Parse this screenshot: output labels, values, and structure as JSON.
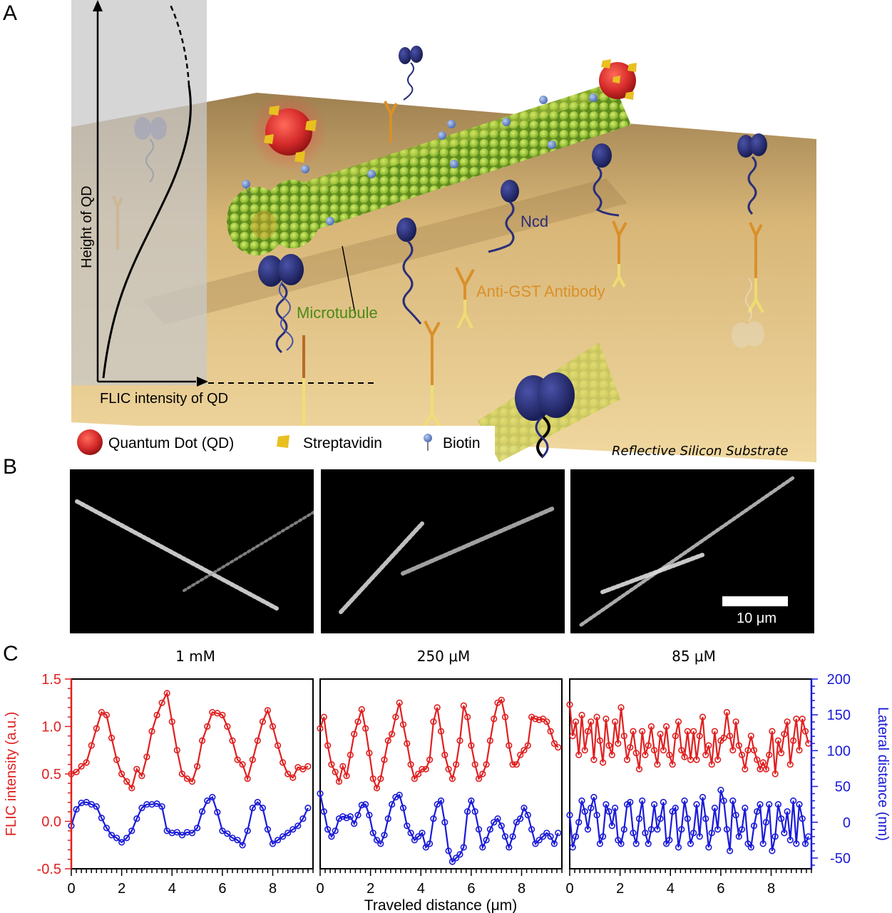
{
  "panels": {
    "a": "A",
    "b": "B",
    "c": "C"
  },
  "schematic": {
    "y_axis_label": "Height of QD",
    "x_axis_label": "FLIC intensity of QD",
    "ncd": "Ncd",
    "antibody": "Anti-GST Antibody",
    "microtubule": "Microtubule",
    "substrate": "Reflective Silicon Substrate",
    "legend": {
      "qd": "Quantum Dot (QD)",
      "streptavidin": "Streptavidin",
      "biotin": "Biotin"
    },
    "colors": {
      "qd": "#d42a2a",
      "streptavidin": "#e8c020",
      "biotin": "#6a88c8",
      "microtubule": "#8ab830",
      "ncd": "#2a2e7a",
      "antibody": "#d9902a",
      "substrate": "#d8b678"
    }
  },
  "micrographs": {
    "scale_bar": "10 μm",
    "concentrations": [
      "1 mM",
      "250 μM",
      "85 μM"
    ]
  },
  "chart_data": {
    "type": "line",
    "xlabel": "Traveled distance (μm)",
    "ylabel_left": "FLIC intensity (a.u.)",
    "ylabel_right": "Lateral distance (nm)",
    "xlim": [
      0,
      9.6
    ],
    "xticks": [
      0,
      2,
      4,
      6,
      8
    ],
    "ylim_left": [
      -0.5,
      1.5
    ],
    "yticks_left": [
      "-0.5",
      "0.0",
      "0.5",
      "1.0",
      "1.5"
    ],
    "ylim_right": [
      -65,
      200
    ],
    "yticks_right": [
      "-50",
      "0",
      "50",
      "100",
      "150",
      "200"
    ],
    "left_color": "#e02020",
    "right_color": "#1a1ad8",
    "subplots": [
      {
        "condition": "1 mM",
        "series": [
          {
            "axis": "left",
            "color": "#e02020",
            "x": [
              0,
              0.2,
              0.4,
              0.6,
              0.8,
              1.0,
              1.2,
              1.4,
              1.6,
              1.8,
              2.0,
              2.2,
              2.4,
              2.6,
              2.8,
              3.0,
              3.2,
              3.4,
              3.6,
              3.8,
              4.0,
              4.2,
              4.4,
              4.6,
              4.8,
              5.0,
              5.2,
              5.4,
              5.6,
              5.8,
              6.0,
              6.2,
              6.4,
              6.6,
              6.8,
              7.0,
              7.2,
              7.4,
              7.6,
              7.8,
              8.0,
              8.2,
              8.4,
              8.6,
              8.8,
              9.0,
              9.2,
              9.4
            ],
            "y": [
              0.5,
              0.52,
              0.58,
              0.62,
              0.8,
              0.98,
              1.15,
              1.12,
              0.88,
              0.65,
              0.5,
              0.42,
              0.35,
              0.55,
              0.48,
              0.68,
              0.95,
              1.12,
              1.25,
              1.35,
              1.05,
              0.75,
              0.5,
              0.45,
              0.42,
              0.58,
              0.85,
              1.0,
              1.15,
              1.14,
              1.12,
              1.0,
              0.85,
              0.65,
              0.6,
              0.45,
              0.65,
              0.85,
              1.05,
              1.17,
              1.0,
              0.8,
              0.62,
              0.5,
              0.46,
              0.57,
              0.55,
              0.58
            ]
          },
          {
            "axis": "right",
            "color": "#1a1ad8",
            "x": [
              0,
              0.2,
              0.4,
              0.6,
              0.8,
              1.0,
              1.2,
              1.4,
              1.6,
              1.8,
              2.0,
              2.2,
              2.4,
              2.6,
              2.8,
              3.0,
              3.2,
              3.4,
              3.6,
              3.8,
              4.0,
              4.2,
              4.4,
              4.6,
              4.8,
              5.0,
              5.2,
              5.4,
              5.6,
              5.8,
              6.0,
              6.2,
              6.4,
              6.6,
              6.8,
              7.0,
              7.2,
              7.4,
              7.6,
              7.8,
              8.0,
              8.2,
              8.4,
              8.6,
              8.8,
              9.0,
              9.2,
              9.4
            ],
            "y": [
              -5,
              18,
              27,
              28,
              25,
              22,
              6,
              -8,
              -18,
              -22,
              -28,
              -22,
              -12,
              5,
              20,
              25,
              25,
              26,
              22,
              -12,
              -15,
              -14,
              -18,
              -14,
              -15,
              -8,
              15,
              30,
              35,
              14,
              -12,
              -16,
              -22,
              -25,
              -32,
              -12,
              20,
              28,
              20,
              -10,
              -30,
              -25,
              -20,
              -15,
              -10,
              -5,
              5,
              20
            ]
          }
        ]
      },
      {
        "condition": "250 μM",
        "series": [
          {
            "axis": "left",
            "color": "#e02020",
            "x": [
              0,
              0.15,
              0.3,
              0.45,
              0.6,
              0.75,
              0.9,
              1.05,
              1.2,
              1.35,
              1.5,
              1.65,
              1.8,
              1.95,
              2.1,
              2.25,
              2.4,
              2.55,
              2.7,
              2.85,
              3.0,
              3.15,
              3.3,
              3.45,
              3.6,
              3.75,
              3.9,
              4.05,
              4.2,
              4.35,
              4.5,
              4.65,
              4.8,
              4.95,
              5.1,
              5.25,
              5.4,
              5.55,
              5.7,
              5.85,
              6.0,
              6.15,
              6.3,
              6.45,
              6.6,
              6.75,
              6.9,
              7.05,
              7.2,
              7.35,
              7.5,
              7.65,
              7.8,
              7.95,
              8.1,
              8.25,
              8.4,
              8.55,
              8.7,
              8.85,
              9.0,
              9.15,
              9.3,
              9.45
            ],
            "y": [
              0.98,
              1.1,
              0.8,
              0.6,
              0.52,
              0.42,
              0.58,
              0.48,
              0.7,
              0.92,
              1.05,
              1.18,
              0.98,
              0.72,
              0.45,
              0.35,
              0.45,
              0.65,
              0.85,
              0.92,
              1.1,
              1.25,
              1.02,
              0.82,
              0.6,
              0.45,
              0.5,
              0.55,
              0.55,
              0.65,
              1.05,
              1.2,
              0.95,
              0.7,
              0.55,
              0.45,
              0.6,
              0.85,
              1.22,
              1.1,
              0.8,
              0.6,
              0.45,
              0.5,
              0.6,
              0.85,
              1.08,
              1.25,
              1.28,
              1.1,
              0.8,
              0.6,
              0.6,
              0.7,
              0.75,
              0.8,
              1.1,
              1.08,
              1.07,
              1.08,
              1.05,
              0.95,
              0.82,
              0.78
            ]
          },
          {
            "axis": "right",
            "color": "#1a1ad8",
            "x": [
              0,
              0.15,
              0.3,
              0.45,
              0.6,
              0.75,
              0.9,
              1.05,
              1.2,
              1.35,
              1.5,
              1.65,
              1.8,
              1.95,
              2.1,
              2.25,
              2.4,
              2.55,
              2.7,
              2.85,
              3.0,
              3.15,
              3.3,
              3.45,
              3.6,
              3.75,
              3.9,
              4.05,
              4.2,
              4.35,
              4.5,
              4.65,
              4.8,
              4.95,
              5.1,
              5.25,
              5.4,
              5.55,
              5.7,
              5.85,
              6.0,
              6.15,
              6.3,
              6.45,
              6.6,
              6.75,
              6.9,
              7.05,
              7.2,
              7.35,
              7.5,
              7.65,
              7.8,
              7.95,
              8.1,
              8.25,
              8.4,
              8.55,
              8.7,
              8.85,
              9.0,
              9.15,
              9.3,
              9.45
            ],
            "y": [
              40,
              15,
              -10,
              -20,
              -12,
              5,
              8,
              6,
              8,
              -2,
              10,
              24,
              25,
              10,
              -15,
              -25,
              -30,
              -18,
              5,
              25,
              35,
              38,
              20,
              -5,
              -15,
              -25,
              -20,
              -15,
              -35,
              -30,
              5,
              25,
              30,
              0,
              -40,
              -55,
              -50,
              -45,
              -35,
              15,
              30,
              15,
              -10,
              -35,
              -25,
              -10,
              0,
              5,
              -5,
              -20,
              -35,
              -20,
              0,
              5,
              20,
              10,
              -10,
              -30,
              -25,
              -20,
              -15,
              -20,
              -30,
              -15
            ]
          }
        ]
      },
      {
        "condition": "85 μM",
        "series": [
          {
            "axis": "left",
            "color": "#e02020",
            "x": [
              0,
              0.12,
              0.24,
              0.36,
              0.48,
              0.6,
              0.72,
              0.84,
              0.96,
              1.08,
              1.2,
              1.32,
              1.44,
              1.56,
              1.68,
              1.8,
              1.92,
              2.04,
              2.16,
              2.28,
              2.4,
              2.52,
              2.64,
              2.76,
              2.88,
              3.0,
              3.12,
              3.24,
              3.36,
              3.48,
              3.6,
              3.72,
              3.84,
              3.96,
              4.08,
              4.2,
              4.32,
              4.44,
              4.56,
              4.68,
              4.8,
              4.92,
              5.04,
              5.16,
              5.28,
              5.4,
              5.52,
              5.64,
              5.76,
              5.88,
              6.0,
              6.12,
              6.24,
              6.36,
              6.48,
              6.6,
              6.72,
              6.84,
              6.96,
              7.08,
              7.2,
              7.32,
              7.44,
              7.56,
              7.68,
              7.8,
              7.92,
              8.04,
              8.16,
              8.28,
              8.4,
              8.52,
              8.64,
              8.76,
              8.88,
              9.0,
              9.12,
              9.24,
              9.36,
              9.48
            ],
            "y": [
              1.23,
              0.9,
              1.05,
              0.7,
              1.12,
              0.75,
              0.95,
              1.05,
              0.65,
              1.1,
              0.85,
              0.62,
              1.08,
              0.8,
              0.7,
              1.05,
              0.82,
              1.2,
              0.9,
              0.65,
              0.78,
              0.95,
              0.72,
              0.55,
              0.95,
              0.7,
              0.8,
              1.0,
              0.75,
              0.6,
              0.92,
              0.75,
              1.0,
              0.7,
              0.6,
              0.9,
              1.05,
              0.75,
              0.68,
              0.95,
              0.65,
              0.95,
              0.65,
              0.9,
              1.1,
              0.7,
              0.8,
              0.6,
              0.95,
              0.65,
              0.85,
              0.88,
              1.15,
              0.9,
              0.75,
              1.05,
              0.8,
              0.7,
              0.55,
              0.75,
              0.9,
              0.75,
              0.65,
              0.55,
              0.62,
              0.55,
              0.7,
              0.95,
              0.5,
              0.85,
              0.72,
              0.92,
              1.05,
              0.6,
              0.85,
              1.08,
              0.75,
              1.08,
              0.95,
              0.82
            ]
          },
          {
            "axis": "right",
            "color": "#1a1ad8",
            "x": [
              0,
              0.12,
              0.24,
              0.36,
              0.48,
              0.6,
              0.72,
              0.84,
              0.96,
              1.08,
              1.2,
              1.32,
              1.44,
              1.56,
              1.68,
              1.8,
              1.92,
              2.04,
              2.16,
              2.28,
              2.4,
              2.52,
              2.64,
              2.76,
              2.88,
              3.0,
              3.12,
              3.24,
              3.36,
              3.48,
              3.6,
              3.72,
              3.84,
              3.96,
              4.08,
              4.2,
              4.32,
              4.44,
              4.56,
              4.68,
              4.8,
              4.92,
              5.04,
              5.16,
              5.28,
              5.4,
              5.52,
              5.64,
              5.76,
              5.88,
              6.0,
              6.12,
              6.24,
              6.36,
              6.48,
              6.6,
              6.72,
              6.84,
              6.96,
              7.08,
              7.2,
              7.32,
              7.44,
              7.56,
              7.68,
              7.8,
              7.92,
              8.04,
              8.16,
              8.28,
              8.4,
              8.52,
              8.64,
              8.76,
              8.88,
              9.0,
              9.12,
              9.24,
              9.36,
              9.48
            ],
            "y": [
              10,
              -35,
              -20,
              0,
              30,
              15,
              -10,
              20,
              35,
              10,
              -30,
              -20,
              25,
              15,
              -5,
              20,
              -25,
              -30,
              -10,
              25,
              28,
              -15,
              -30,
              5,
              30,
              -15,
              -30,
              -10,
              25,
              -10,
              5,
              28,
              -30,
              -25,
              15,
              20,
              -35,
              -10,
              30,
              5,
              -30,
              -15,
              25,
              -20,
              35,
              5,
              -35,
              -15,
              20,
              -10,
              45,
              30,
              -10,
              -40,
              30,
              10,
              -20,
              -10,
              20,
              -30,
              -35,
              -5,
              15,
              25,
              -30,
              0,
              25,
              -40,
              -20,
              25,
              5,
              -15,
              15,
              -25,
              30,
              -30,
              25,
              5,
              -30,
              -20
            ]
          }
        ]
      }
    ]
  }
}
